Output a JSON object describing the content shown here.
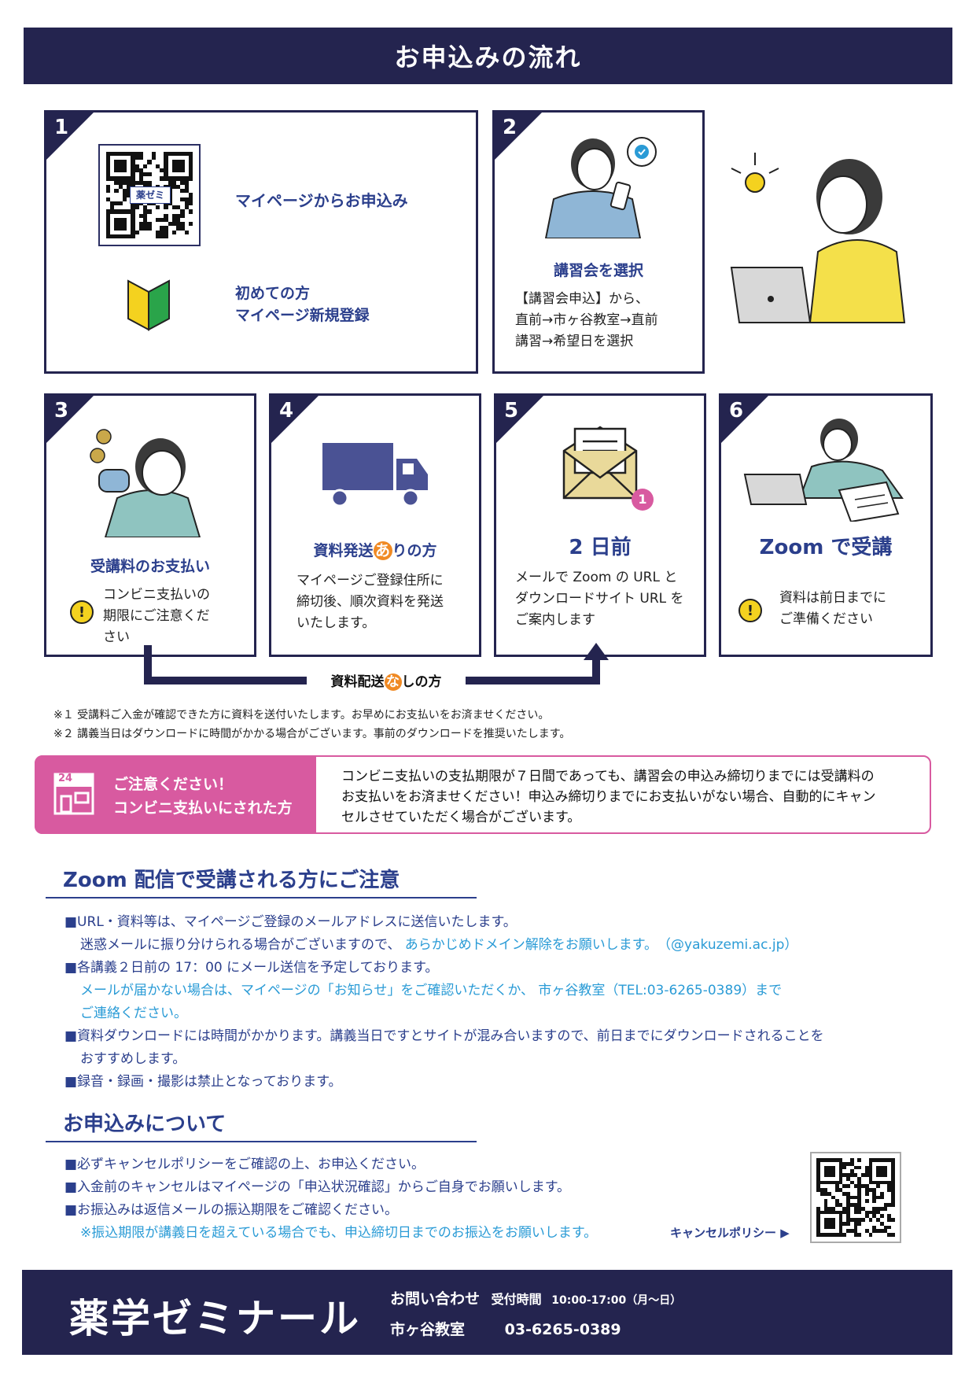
{
  "header": {
    "title": "お申込みの流れ"
  },
  "step1": {
    "number": "1",
    "qr_label": "薬ゼミ",
    "mypage": "マイページからお申込み",
    "first_line1": "初めての方",
    "first_line2": "マイページ新規登録"
  },
  "step2": {
    "number": "2",
    "title": "講習会を選択",
    "line1": "【講習会申込】から、",
    "line2": "直前→市ヶ谷教室→直前",
    "line3": "講習→希望日を選択"
  },
  "step3": {
    "number": "3",
    "title": "受講料のお支払い",
    "line1": "コンビニ支払いの",
    "line2": "期限にご注意くだ",
    "line3": "さい"
  },
  "step4": {
    "number": "4",
    "title_pre": "資料発送",
    "title_mark": "あ",
    "title_post": "りの方",
    "line1": "マイページご登録住所に",
    "line2": "締切後、順次資料を発送",
    "line3": "いたします。"
  },
  "step5": {
    "number": "5",
    "badge": "1",
    "title": "2 日前",
    "line1": "メールで Zoom の URL と",
    "line2": "ダウンロードサイト URL を",
    "line3": "ご案内します"
  },
  "step6": {
    "number": "6",
    "title": "Zoom で受講",
    "line1": "資料は前日までに",
    "line2": "ご準備ください"
  },
  "no_material": {
    "pre": "資料配送",
    "mark": "な",
    "post": "しの方"
  },
  "notes": {
    "n1": "※１ 受講料ご入金が確認できた方に資料を送付いたします。お早めにお支払いをお済ませください。",
    "n2": "※２ 講義当日はダウンロードに時間がかかる場合がございます。事前のダウンロードを推奨いたします。"
  },
  "caution": {
    "calendar_num": "24",
    "title1": "ご注意ください！",
    "title2": "コンビニ支払いにされた方",
    "line1": "コンビニ支払いの支払期限が７日間であっても、講習会の申込み締切りまでには受講料の",
    "line2": "お支払いをお済ませください！申込み締切りまでにお支払いがない場合、自動的にキャン",
    "line3": "セルさせていただく場合がございます。"
  },
  "zoom_section": {
    "title": "Zoom 配信で受講される方にご注意",
    "l1": "■URL・資料等は、マイページご登録のメールアドレスに送信いたします。",
    "l2a": "迷惑メールに振り分けられる場合がございますので、",
    "l2b": "あらかじめドメイン解除をお願いします。　（@yakuzemi.ac.jp）",
    "l3": "■各講義２日前の 17：00 にメール送信を予定しております。",
    "l4": "メールが届かない場合は、マイページの「お知らせ」をご確認いただくか、 市ヶ谷教室（TEL:03-6265-0389）まで",
    "l5": "ご連絡ください。",
    "l6": "■資料ダウンロードには時間がかかります。講義当日ですとサイトが混み合いますので、前日までにダウンロードされることを",
    "l7": "おすすめします。",
    "l8": "■録音・録画・撮影は禁止となっております。"
  },
  "apply_section": {
    "title": "お申込みについて",
    "l1": "■必ずキャンセルポリシーをご確認の上、お申込ください。",
    "l2": "■入金前のキャンセルはマイページの「申込状況確認」からご自身でお願いします。",
    "l3": "■お振込みは返信メールの振込期限をご確認ください。",
    "l4": "※振込期限が講義日を超えている場合でも、申込締切日までのお振込をお願いします。",
    "cancel_label": "キャンセルポリシー"
  },
  "footer": {
    "brand": "薬学ゼミナール",
    "contact_label": "お問い合わせ",
    "hours_label": "受付時間",
    "hours": "10:00-17:00（月〜日）",
    "office": "市ヶ谷教室",
    "phone": "03-6265-0389"
  },
  "colors": {
    "navy": "#24244f",
    "blue": "#2b3f8c",
    "cyan": "#2a9bd6",
    "pink": "#d85aa0",
    "orange": "#f08a24"
  }
}
